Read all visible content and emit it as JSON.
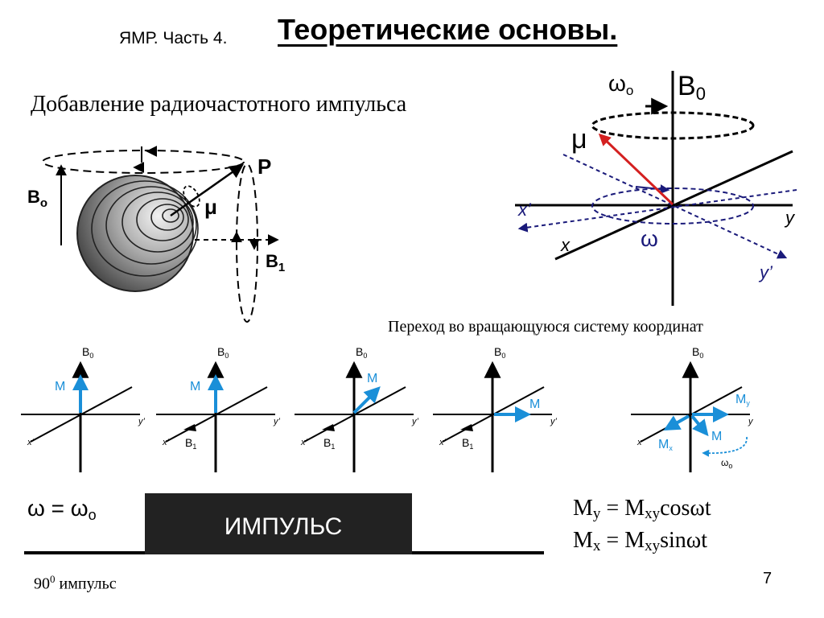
{
  "header": {
    "section": "ЯМР. Часть 4.",
    "title": "Теоретические основы."
  },
  "left_panel": {
    "heading": "Добавление радиочастотного импульса",
    "labels": {
      "b0": "B",
      "b0_sub": "o",
      "p": "P",
      "mu": "μ",
      "b1": "B",
      "b1_sub": "1"
    }
  },
  "right_panel": {
    "omega0": "ω",
    "omega0_sub": "o",
    "b0": "B",
    "b0_sub": "0",
    "mu": "μ",
    "x_prime": "x’",
    "y": "y",
    "x": "x",
    "omega": "ω",
    "y_prime": "y’",
    "caption": "Переход во вращающуюся систему координат"
  },
  "small_frames": {
    "b0": "B",
    "b0_sub": "0",
    "m": "M",
    "b1": "B",
    "b1_sub": "1",
    "x_prime": "x’",
    "y_prime": "y’",
    "x": "x",
    "y": "y",
    "my": "M",
    "my_sub": "y",
    "mx": "M",
    "mx_sub": "x",
    "omega0": "ω",
    "omega0_sub": "o"
  },
  "bottom": {
    "omega_eq": "ω = ω",
    "omega_eq_sub": "o",
    "pulse_label": "ИМПУЛЬС",
    "pulse_90_base": "90",
    "pulse_90_sup": "0",
    "pulse_90_text": " импульс",
    "formula_my": {
      "lhs": "M",
      "lhs_sub": "y",
      "eq": " = M",
      "rhs_sub": "xy",
      "tail": "cosωt"
    },
    "formula_mx": {
      "lhs": "M",
      "lhs_sub": "x",
      "eq": " = M",
      "rhs_sub": "xy",
      "tail": "sinωt"
    }
  },
  "page_number": "7",
  "colors": {
    "blue_arrow": "#1a8fd8",
    "red_arrow": "#d42020",
    "navy": "#1a1a7a",
    "pulse_fill": "#222222"
  }
}
